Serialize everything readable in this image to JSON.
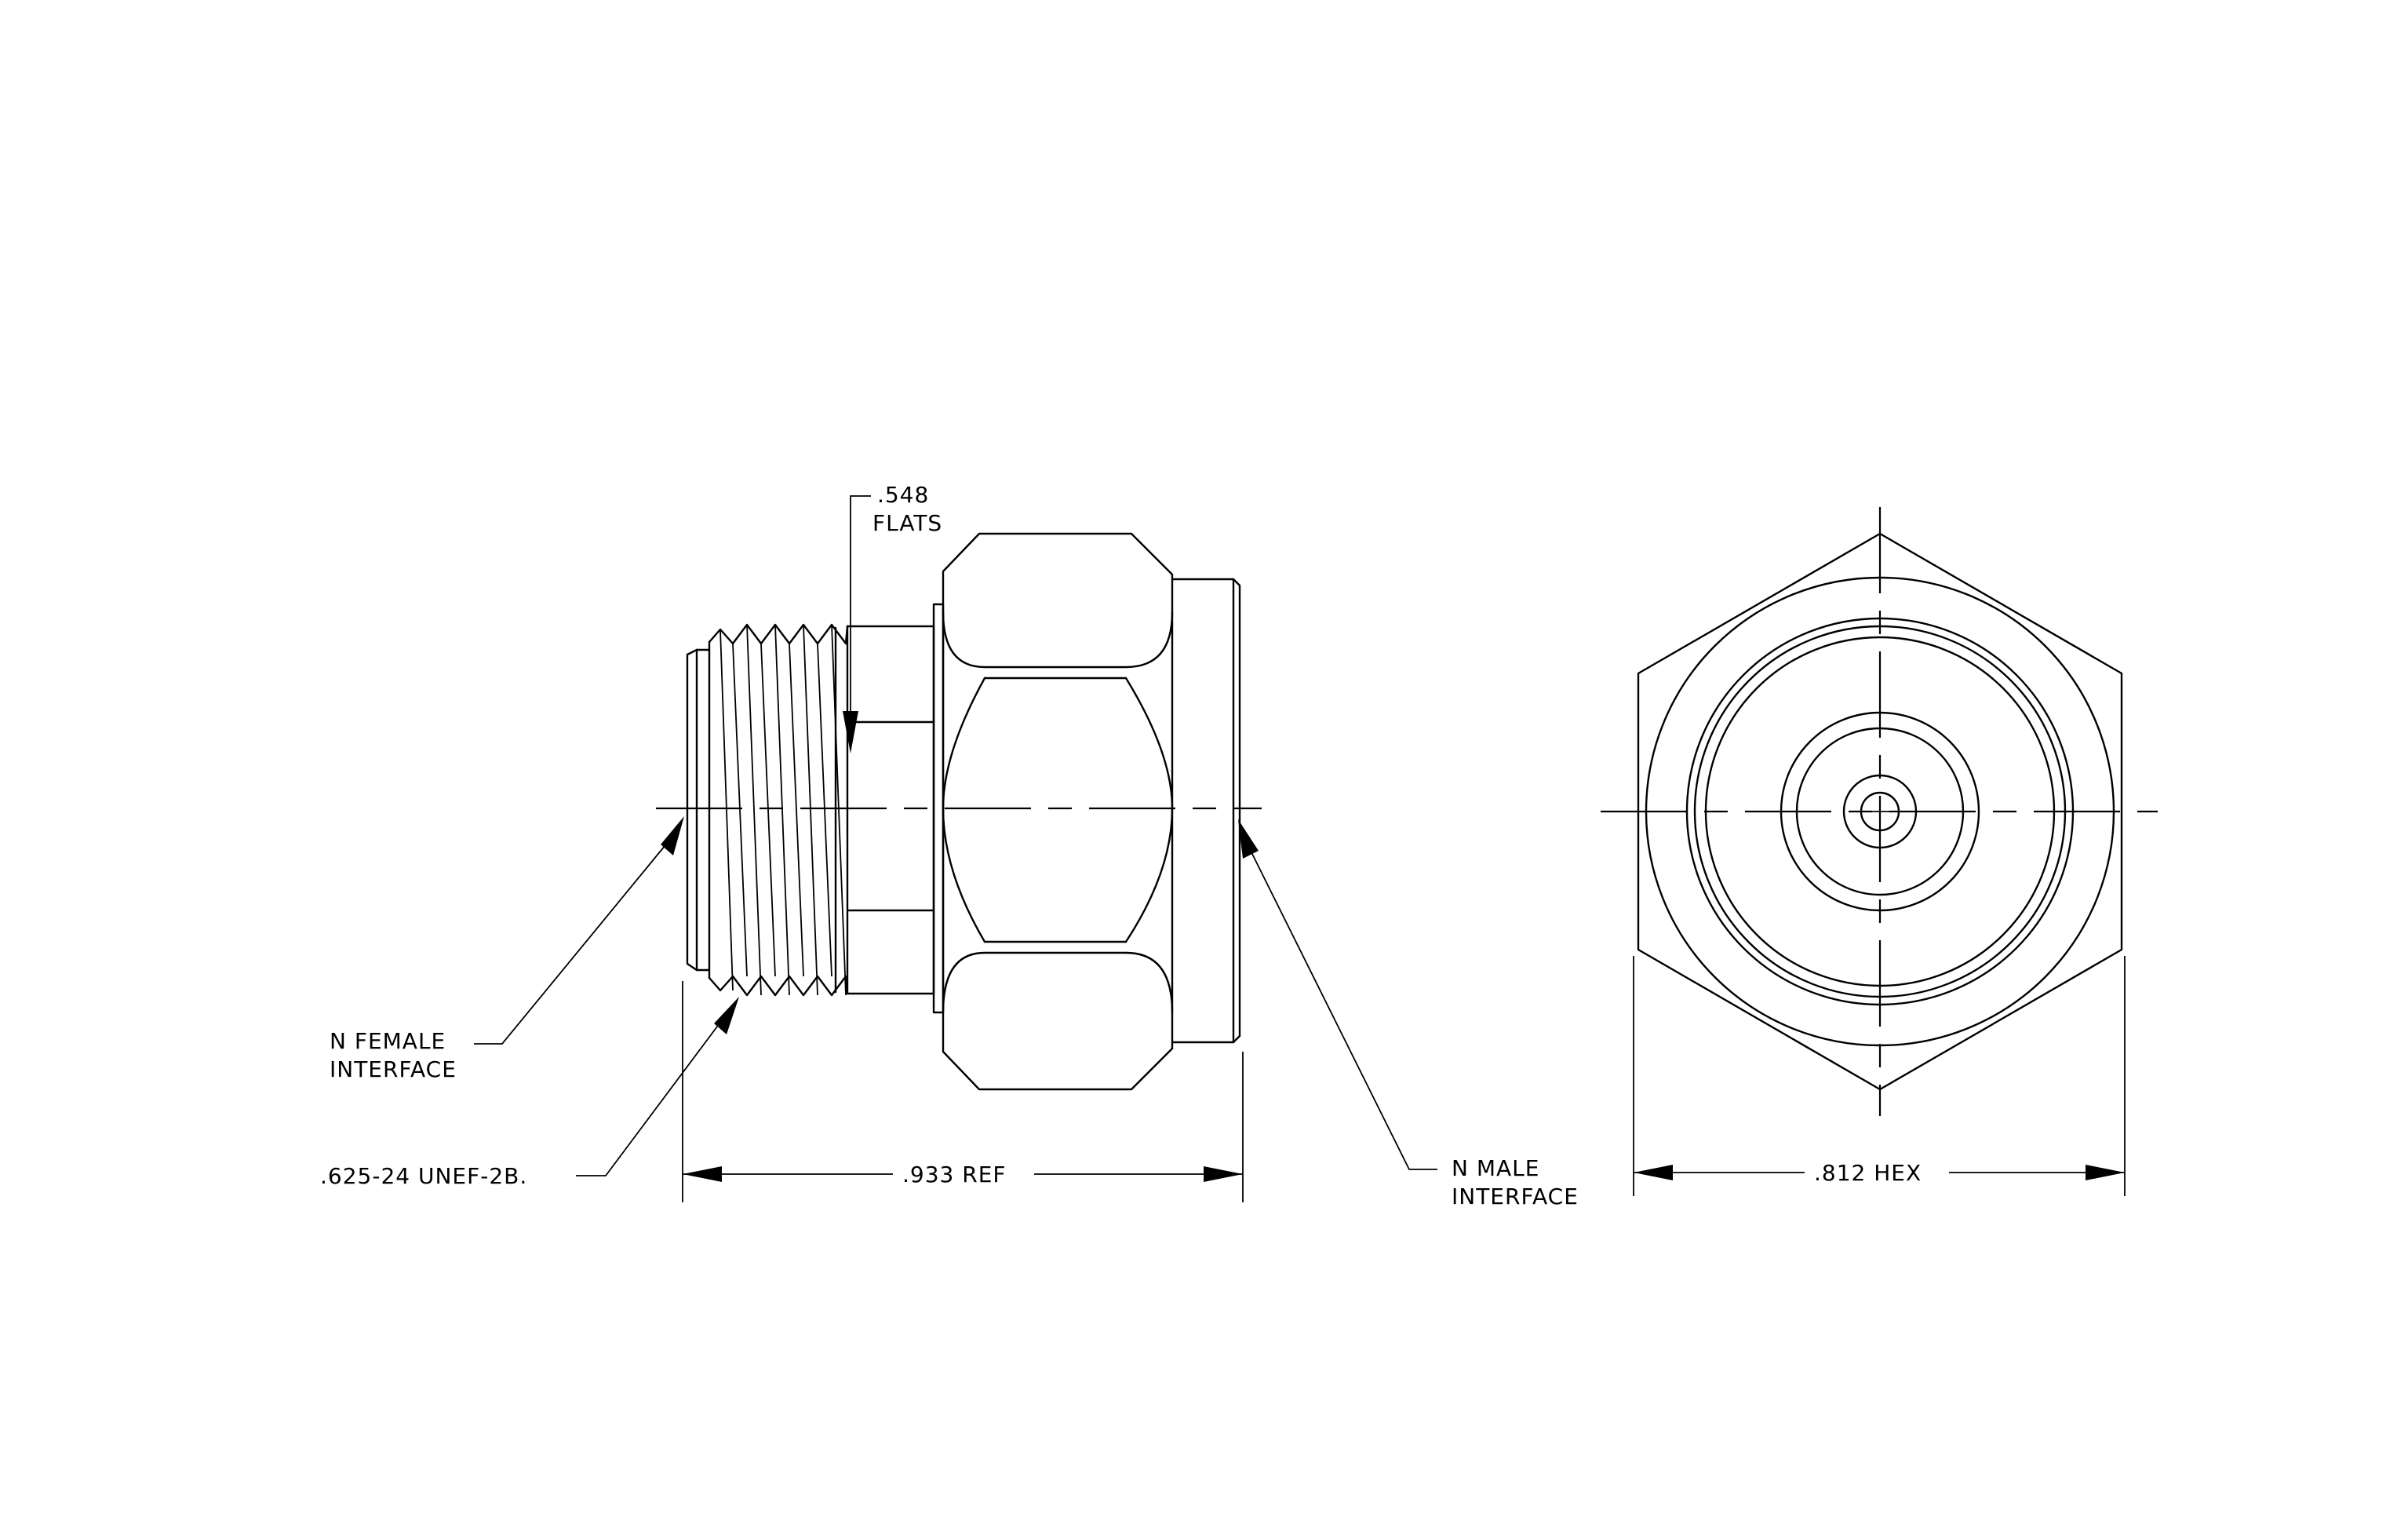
{
  "labels": {
    "flats_value": ".548",
    "flats_word": "FLATS",
    "female_line1": "N FEMALE",
    "female_line2": "INTERFACE",
    "thread": ".625-24 UNEF-2B.",
    "length_ref": ".933 REF",
    "male_line1": "N MALE",
    "male_line2": "INTERFACE",
    "hex": ".812 HEX"
  }
}
